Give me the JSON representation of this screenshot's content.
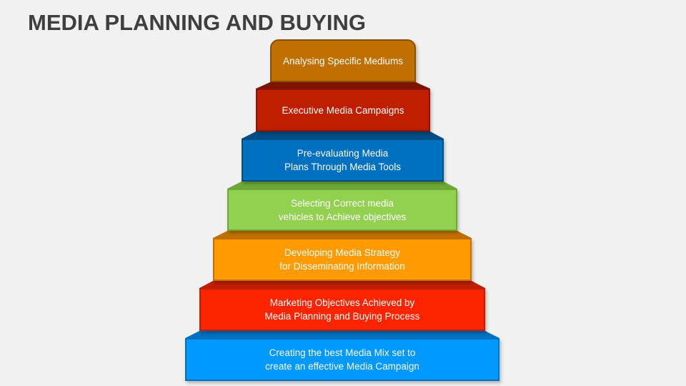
{
  "title": "MEDIA PLANNING AND BUYING",
  "steps": [
    {
      "label": "Analysing Specific Mediums",
      "color": "#c07000",
      "bevel": "#a05c00",
      "border": "#8a5000"
    },
    {
      "label": "Executive Media Campaigns",
      "color": "#c01e00",
      "bevel": "#7e1400",
      "border": "#8a1500"
    },
    {
      "label": "Pre-evaluating Media\nPlans Through Media Tools",
      "color": "#0070c0",
      "bevel": "#004e86",
      "border": "#004e86"
    },
    {
      "label": "Selecting Correct media\nvehicles to Achieve objectives",
      "color": "#92d050",
      "bevel": "#6ea836",
      "border": "#6ea836"
    },
    {
      "label": "Developing Media Strategy\nfor Disseminating Information",
      "color": "#ff9a00",
      "bevel": "#c07000",
      "border": "#c07000"
    },
    {
      "label": "Marketing Objectives Achieved by\nMedia Planning and Buying Process",
      "color": "#ff2400",
      "bevel": "#c01e00",
      "border": "#c01e00"
    },
    {
      "label": "Creating the best Media Mix set to\ncreate an effective Media Campaign",
      "color": "#0099ff",
      "bevel": "#0070c0",
      "border": "#0070c0"
    }
  ]
}
